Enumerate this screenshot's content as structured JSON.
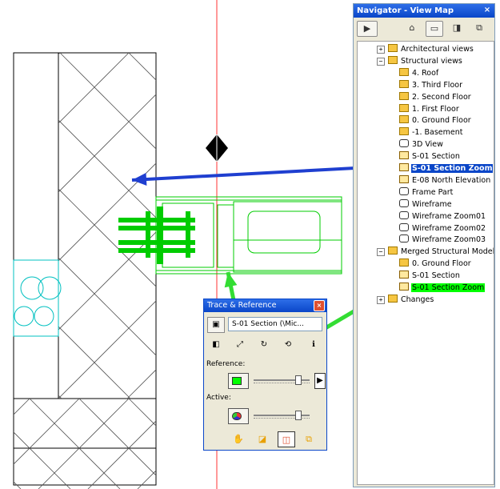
{
  "navigator": {
    "title": "Navigator - View Map",
    "close_label": "×",
    "toolbar": {
      "b1": "▶",
      "b2": "⌂",
      "b3": "▭",
      "b4": "◨",
      "b5": "⧉"
    },
    "tree": [
      {
        "label": "Architectural views",
        "level": 1,
        "icon": "fold",
        "expander": "+"
      },
      {
        "label": "Structural views",
        "level": 1,
        "icon": "fold",
        "expander": "−"
      },
      {
        "label": "4. Roof",
        "level": 2,
        "icon": "fold"
      },
      {
        "label": "3. Third Floor",
        "level": 2,
        "icon": "fold"
      },
      {
        "label": "2. Second Floor",
        "level": 2,
        "icon": "fold"
      },
      {
        "label": "1. First Floor",
        "level": 2,
        "icon": "fold"
      },
      {
        "label": "0. Ground Floor",
        "level": 2,
        "icon": "fold"
      },
      {
        "label": "-1. Basement",
        "level": 2,
        "icon": "fold"
      },
      {
        "label": "3D View",
        "level": 2,
        "icon": "cam"
      },
      {
        "label": "S-01 Section",
        "level": 2,
        "icon": "sec"
      },
      {
        "label": "S-01 Section Zoom",
        "level": 2,
        "icon": "sec",
        "state": "selected"
      },
      {
        "label": "E-08 North Elevation",
        "level": 2,
        "icon": "sec"
      },
      {
        "label": "Frame Part",
        "level": 2,
        "icon": "cam"
      },
      {
        "label": "Wireframe",
        "level": 2,
        "icon": "cam"
      },
      {
        "label": "Wireframe Zoom01",
        "level": 2,
        "icon": "cam"
      },
      {
        "label": "Wireframe Zoom02",
        "level": 2,
        "icon": "cam"
      },
      {
        "label": "Wireframe Zoom03",
        "level": 2,
        "icon": "cam"
      },
      {
        "label": "Merged Structural Model",
        "level": 1,
        "icon": "fold",
        "expander": "−"
      },
      {
        "label": "0. Ground Floor",
        "level": 2,
        "icon": "fold"
      },
      {
        "label": "S-01 Section",
        "level": 2,
        "icon": "sec"
      },
      {
        "label": "S-01 Section Zoom",
        "level": 2,
        "icon": "sec",
        "state": "highlight"
      },
      {
        "label": "Changes",
        "level": 1,
        "icon": "fold",
        "expander": "+"
      }
    ]
  },
  "trace": {
    "title": "Trace & Reference",
    "close_label": "×",
    "source_value": "S-01 Section (\\Mic...",
    "reference_label": "Reference:",
    "active_label": "Active:",
    "reference_color": "#00ff00",
    "slider_level": 0.82
  },
  "colors": {
    "arrow_blue": "#1f3fd0",
    "arrow_green": "#33dd33",
    "section_line": "#ff3333",
    "structure_green": "#00cc00",
    "cyan": "#00c0c0"
  }
}
